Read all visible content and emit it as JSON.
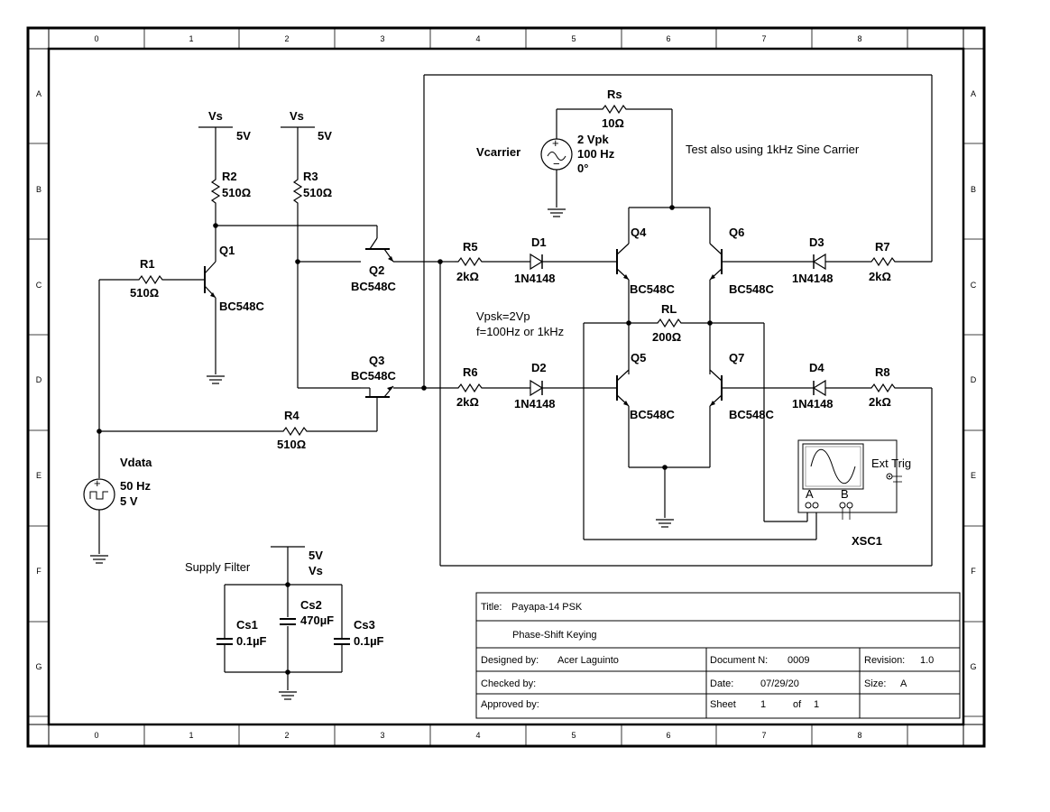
{
  "border": {
    "cols": [
      "0",
      "1",
      "2",
      "3",
      "4",
      "5",
      "6",
      "7",
      "8"
    ],
    "rows": [
      "A",
      "B",
      "C",
      "D",
      "E",
      "F",
      "G"
    ]
  },
  "components": {
    "R1": {
      "ref": "R1",
      "value": "510Ω"
    },
    "R2": {
      "ref": "R2",
      "value": "510Ω"
    },
    "R3": {
      "ref": "R3",
      "value": "510Ω"
    },
    "R4": {
      "ref": "R4",
      "value": "510Ω"
    },
    "R5": {
      "ref": "R5",
      "value": "2kΩ"
    },
    "R6": {
      "ref": "R6",
      "value": "2kΩ"
    },
    "R7": {
      "ref": "R7",
      "value": "2kΩ"
    },
    "R8": {
      "ref": "R8",
      "value": "2kΩ"
    },
    "Rs": {
      "ref": "Rs",
      "value": "10Ω"
    },
    "RL": {
      "ref": "RL",
      "value": "200Ω"
    },
    "D1": {
      "ref": "D1",
      "value": "1N4148"
    },
    "D2": {
      "ref": "D2",
      "value": "1N4148"
    },
    "D3": {
      "ref": "D3",
      "value": "1N4148"
    },
    "D4": {
      "ref": "D4",
      "value": "1N4148"
    },
    "Q1": {
      "ref": "Q1",
      "value": "BC548C"
    },
    "Q2": {
      "ref": "Q2",
      "value": "BC548C"
    },
    "Q3": {
      "ref": "Q3",
      "value": "BC548C"
    },
    "Q4": {
      "ref": "Q4",
      "value": "BC548C"
    },
    "Q5": {
      "ref": "Q5",
      "value": "BC548C"
    },
    "Q6": {
      "ref": "Q6",
      "value": "BC548C"
    },
    "Q7": {
      "ref": "Q7",
      "value": "BC548C"
    },
    "Cs1": {
      "ref": "Cs1",
      "value": "0.1µF"
    },
    "Cs2": {
      "ref": "Cs2",
      "value": "470µF"
    },
    "Cs3": {
      "ref": "Cs3",
      "value": "0.1µF"
    },
    "Vs1": {
      "ref": "Vs",
      "value": "5V"
    },
    "Vs2": {
      "ref": "Vs",
      "value": "5V"
    },
    "Vs3": {
      "ref": "Vs",
      "value": "5V"
    },
    "Vcarrier": {
      "ref": "Vcarrier",
      "line1": "2 Vpk",
      "line2": "100 Hz",
      "line3": "0°"
    },
    "Vdata": {
      "ref": "Vdata",
      "line1": "50 Hz",
      "line2": "5 V"
    },
    "XSC1": {
      "ref": "XSC1",
      "ext": "Ext Trig",
      "a": "A",
      "b": "B"
    }
  },
  "notes": {
    "test": "Test also using 1kHz Sine Carrier",
    "vpsk1": "Vpsk=2Vp",
    "vpsk2": "f=100Hz or 1kHz",
    "supply": "Supply Filter"
  },
  "titleblock": {
    "title_label": "Title:",
    "title_value": "Payapa-14 PSK",
    "subtitle": "Phase-Shift Keying",
    "designed_label": "Designed by:",
    "designed_value": "Acer Laguinto",
    "docn_label": "Document N:",
    "docn_value": "0009",
    "rev_label": "Revision:",
    "rev_value": "1.0",
    "checked_label": "Checked by:",
    "date_label": "Date:",
    "date_value": "07/29/20",
    "size_label": "Size:",
    "size_value": "A",
    "approved_label": "Approved by:",
    "sheet_label": "Sheet",
    "sheet_value": "1",
    "of_label": "of",
    "of_value": "1"
  }
}
